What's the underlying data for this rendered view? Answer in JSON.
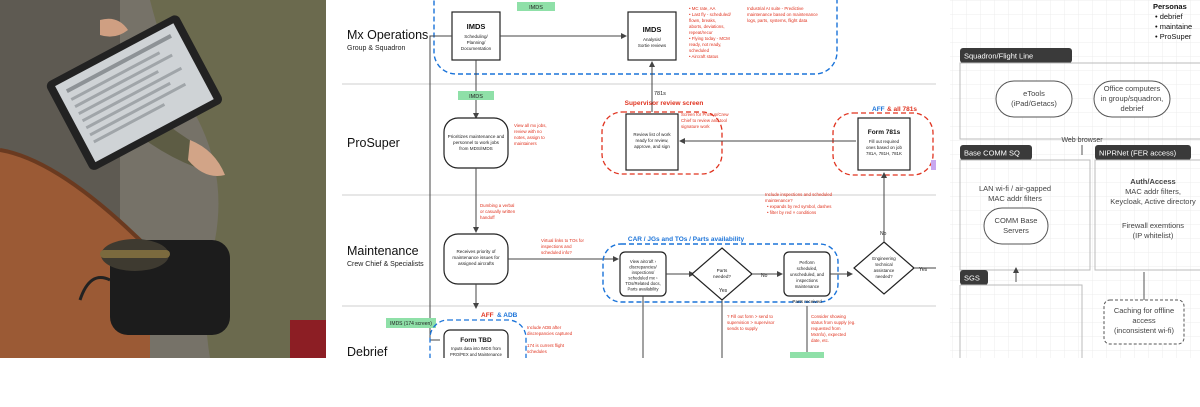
{
  "colors": {
    "accent_blue": "#1a73d9",
    "annotation_red": "#e0331f",
    "green_tag": "#8fe0a8",
    "purple_tag": "#c9a8f0",
    "lane_line": "#c9c9c9",
    "dark_tag": "#3a3a3a",
    "grid": "#e8e8e8",
    "photo_wall": "#7a7a70",
    "photo_desk": "#9a5a36",
    "photo_shirt": "#6e6e52"
  },
  "flow": {
    "lanes": [
      {
        "title": "Mx Operations",
        "subtitle": "Group & Squadron"
      },
      {
        "title": "ProSuper",
        "subtitle": ""
      },
      {
        "title": "Maintenance",
        "subtitle": "Crew Chief & Specialists"
      },
      {
        "title": "Debrief",
        "subtitle": ""
      }
    ],
    "imds_left": {
      "title": "IMDS",
      "lines": [
        "Scheduling/",
        "Planning/",
        "Documentation"
      ]
    },
    "imds_right": {
      "title": "IMDS",
      "lines": [
        "Analysis/",
        "Sortie reviews"
      ]
    },
    "imds_tag_top": "IMDS",
    "imds_tag_mid": "IMDS",
    "imds_174_tag": "IMDS (174 screen)",
    "mx_annotations": [
      "• MC rate, AA",
      "• Last fly - scheduled/",
      "  flown, breaks,",
      "  aborts, deviations,",
      "  repeat/recur",
      "• Flying today - MCM",
      "  ready, not ready,",
      "  scheduled",
      "• Aircraft status"
    ],
    "industrial_note": [
      "Industrial AI suite - Predictive",
      "maintenance based on maintenance",
      "logs, parts, systems, flight data"
    ],
    "prosuper_node": [
      "Prioritizes maintenance and",
      "personnel to work jobs",
      "from MDS/IMDS"
    ],
    "prosuper_note": [
      "View all mx jobs,",
      "review with no",
      "notes, assign to",
      "maintainers"
    ],
    "supervisor_title": "Supervisor review screen",
    "supervisor_node": [
      "Review list of work",
      "ready for review,",
      "approve, and sign"
    ],
    "supervisor_note": [
      "Screen for ProSup/Crew",
      "Chief to review and tool",
      "signature work"
    ],
    "label_781s": "781s",
    "aff_all_title_a": "AFF",
    "aff_all_title_b": "& all 781s",
    "form781_title": "Form 781s",
    "form781_lines": [
      "Fill out required",
      "ones based on job",
      "781A, 781H, 781K"
    ],
    "verbal_note": [
      "Dumbing a verbal",
      "or casually written",
      "handoff"
    ],
    "maint_node": [
      "Receives priority of",
      "maintenance issues for",
      "assigned aircrafts"
    ],
    "virtual_note": [
      "Virtual links to TOs for",
      "inspections and",
      "scheduled info?"
    ],
    "car_title": "CAR / JGs and TOs / Parts availability",
    "view_node": [
      "View aircraft ›",
      "discrepancies/",
      "inspections/",
      "scheduled mx ›",
      "TOs/Related docs,",
      "Parts availability"
    ],
    "parts_diamond": [
      "Parts",
      "needed?"
    ],
    "no_label": "No",
    "yes_label": "Yes",
    "perform_node": [
      "Perform",
      "scheduled,",
      "unscheduled, and",
      "inspections",
      "maintenance"
    ],
    "parts_received": "Parts received",
    "eng_diamond": [
      "Engineering",
      "technical",
      "assistance",
      "needed?"
    ],
    "inspections_note": [
      "Include inspections and scheduled",
      "maintenance?",
      "• expands by red symbol, dashes",
      "• filter by red × conditions"
    ],
    "aff_adb_title_a": "AFF",
    "aff_adb_title_b": "& ADB",
    "formtbd_title": "Form TBD",
    "formtbd_lines": [
      "Inputs data into IMDS from",
      "PRO/PEX and Maintenance"
    ],
    "debrief_note": [
      "Include ADB after",
      "discrepancies captured",
      "",
      "174 is current flight",
      "schedules"
    ],
    "fill_note": [
      "? Fill out form > send to",
      "supervision > supervisor",
      "sends to supply"
    ],
    "status_note": [
      "Consider showing",
      "status from supply (eg.",
      "requested from",
      "MxInfo), expected",
      "date, etc."
    ]
  },
  "arch": {
    "personas_title": "Personas",
    "personas": [
      "• debrief",
      "• maintaine",
      "• ProSuper"
    ],
    "squadron_tag": "Squadron/Flight Line",
    "etools_node": [
      "eTools",
      "(iPad/Getacs)"
    ],
    "office_node": [
      "Office computers",
      "in group/squadron,",
      "debrief"
    ],
    "web_browser": "Web browser",
    "base_comm_tag": "Base COMM SQ",
    "nipr_tag": "NIPRNet (FER access)",
    "lan_label": [
      "LAN wi-fi / air-gapped",
      "MAC addr filters"
    ],
    "comm_servers": [
      "COMM Base",
      "Servers"
    ],
    "auth_title": "Auth/Access",
    "auth_lines": [
      "MAC addr filters,",
      "Keycloak, Active directory"
    ],
    "firewall_lines": [
      "Firewall exemtions",
      "(IP whitelist)"
    ],
    "sgs_tag": "SGS",
    "caching_node": [
      "Caching for offline",
      "access",
      "(inconsistent wi-fi)"
    ]
  }
}
